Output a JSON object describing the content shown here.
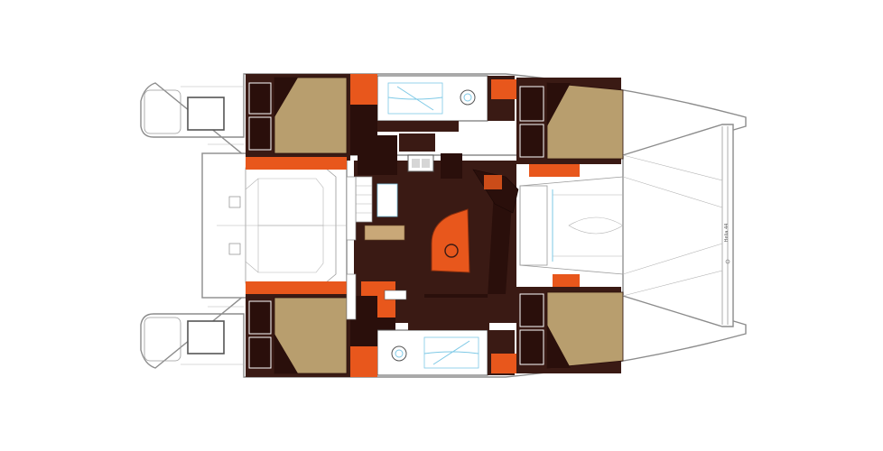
{
  "colors": {
    "hull_line": "#8c8c8c",
    "interior_wood": "#3a1a14",
    "upholstery_orange": "#e8571c",
    "mattress_tan": "#b89e6e",
    "berth_dark": "#2a0f0b",
    "bath_blue": "#7ec9e6",
    "background": "#ffffff"
  },
  "plan": {
    "transom_name_text": "Helia 44",
    "cabins": [
      {
        "name": "cabin-aft-port"
      },
      {
        "name": "cabin-aft-starboard"
      },
      {
        "name": "cabin-fwd-port"
      },
      {
        "name": "cabin-fwd-starboard"
      }
    ],
    "bathrooms": [
      {
        "name": "bathroom-top"
      },
      {
        "name": "bathroom-bottom"
      }
    ]
  }
}
